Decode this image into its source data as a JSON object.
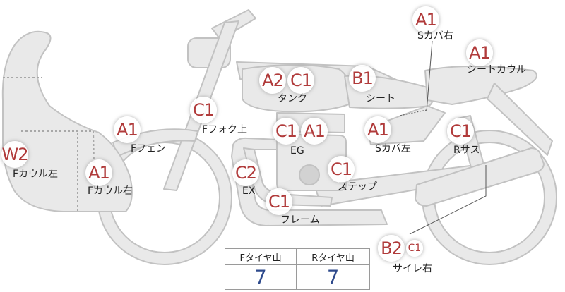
{
  "colors": {
    "grade_text": "#b03a3a",
    "tire_value": "#2e4a8c",
    "part_fill": "#e9e9e9",
    "part_stroke": "#c2c2c2"
  },
  "grades": [
    {
      "id": "s-cover-right",
      "code": "A1"
    },
    {
      "id": "seat-cowl",
      "code": "A1"
    },
    {
      "id": "tank-1",
      "code": "A2"
    },
    {
      "id": "tank-2",
      "code": "C1"
    },
    {
      "id": "seat",
      "code": "B1"
    },
    {
      "id": "f-fork-top",
      "code": "C1"
    },
    {
      "id": "f-fender",
      "code": "A1"
    },
    {
      "id": "eg-1",
      "code": "C1"
    },
    {
      "id": "eg-2",
      "code": "A1"
    },
    {
      "id": "s-cover-left",
      "code": "A1"
    },
    {
      "id": "r-suspension",
      "code": "C1"
    },
    {
      "id": "f-cowl-left",
      "code": "W2"
    },
    {
      "id": "f-cowl-right",
      "code": "A1"
    },
    {
      "id": "exhaust",
      "code": "C2"
    },
    {
      "id": "step",
      "code": "C1"
    },
    {
      "id": "frame",
      "code": "C1"
    },
    {
      "id": "silencer-right-1",
      "code": "B2"
    },
    {
      "id": "silencer-right-2",
      "code": "C1"
    }
  ],
  "labels": {
    "s_cover_right": "Sカバ右",
    "seat_cowl": "シートカウル",
    "tank": "タンク",
    "seat": "シート",
    "f_fork_top": "Fフォク上",
    "f_fender": "Fフェン",
    "eg": "EG",
    "s_cover_left": "Sカバ左",
    "r_suspension": "Rサス",
    "f_cowl_left": "Fカウル左",
    "f_cowl_right": "Fカウル右",
    "exhaust": "EX",
    "step": "ステップ",
    "frame": "フレーム",
    "silencer_right": "サイレ右"
  },
  "tires": {
    "front_header": "Fタイヤ山",
    "rear_header": "Rタイヤ山",
    "front_value": "7",
    "rear_value": "7"
  }
}
